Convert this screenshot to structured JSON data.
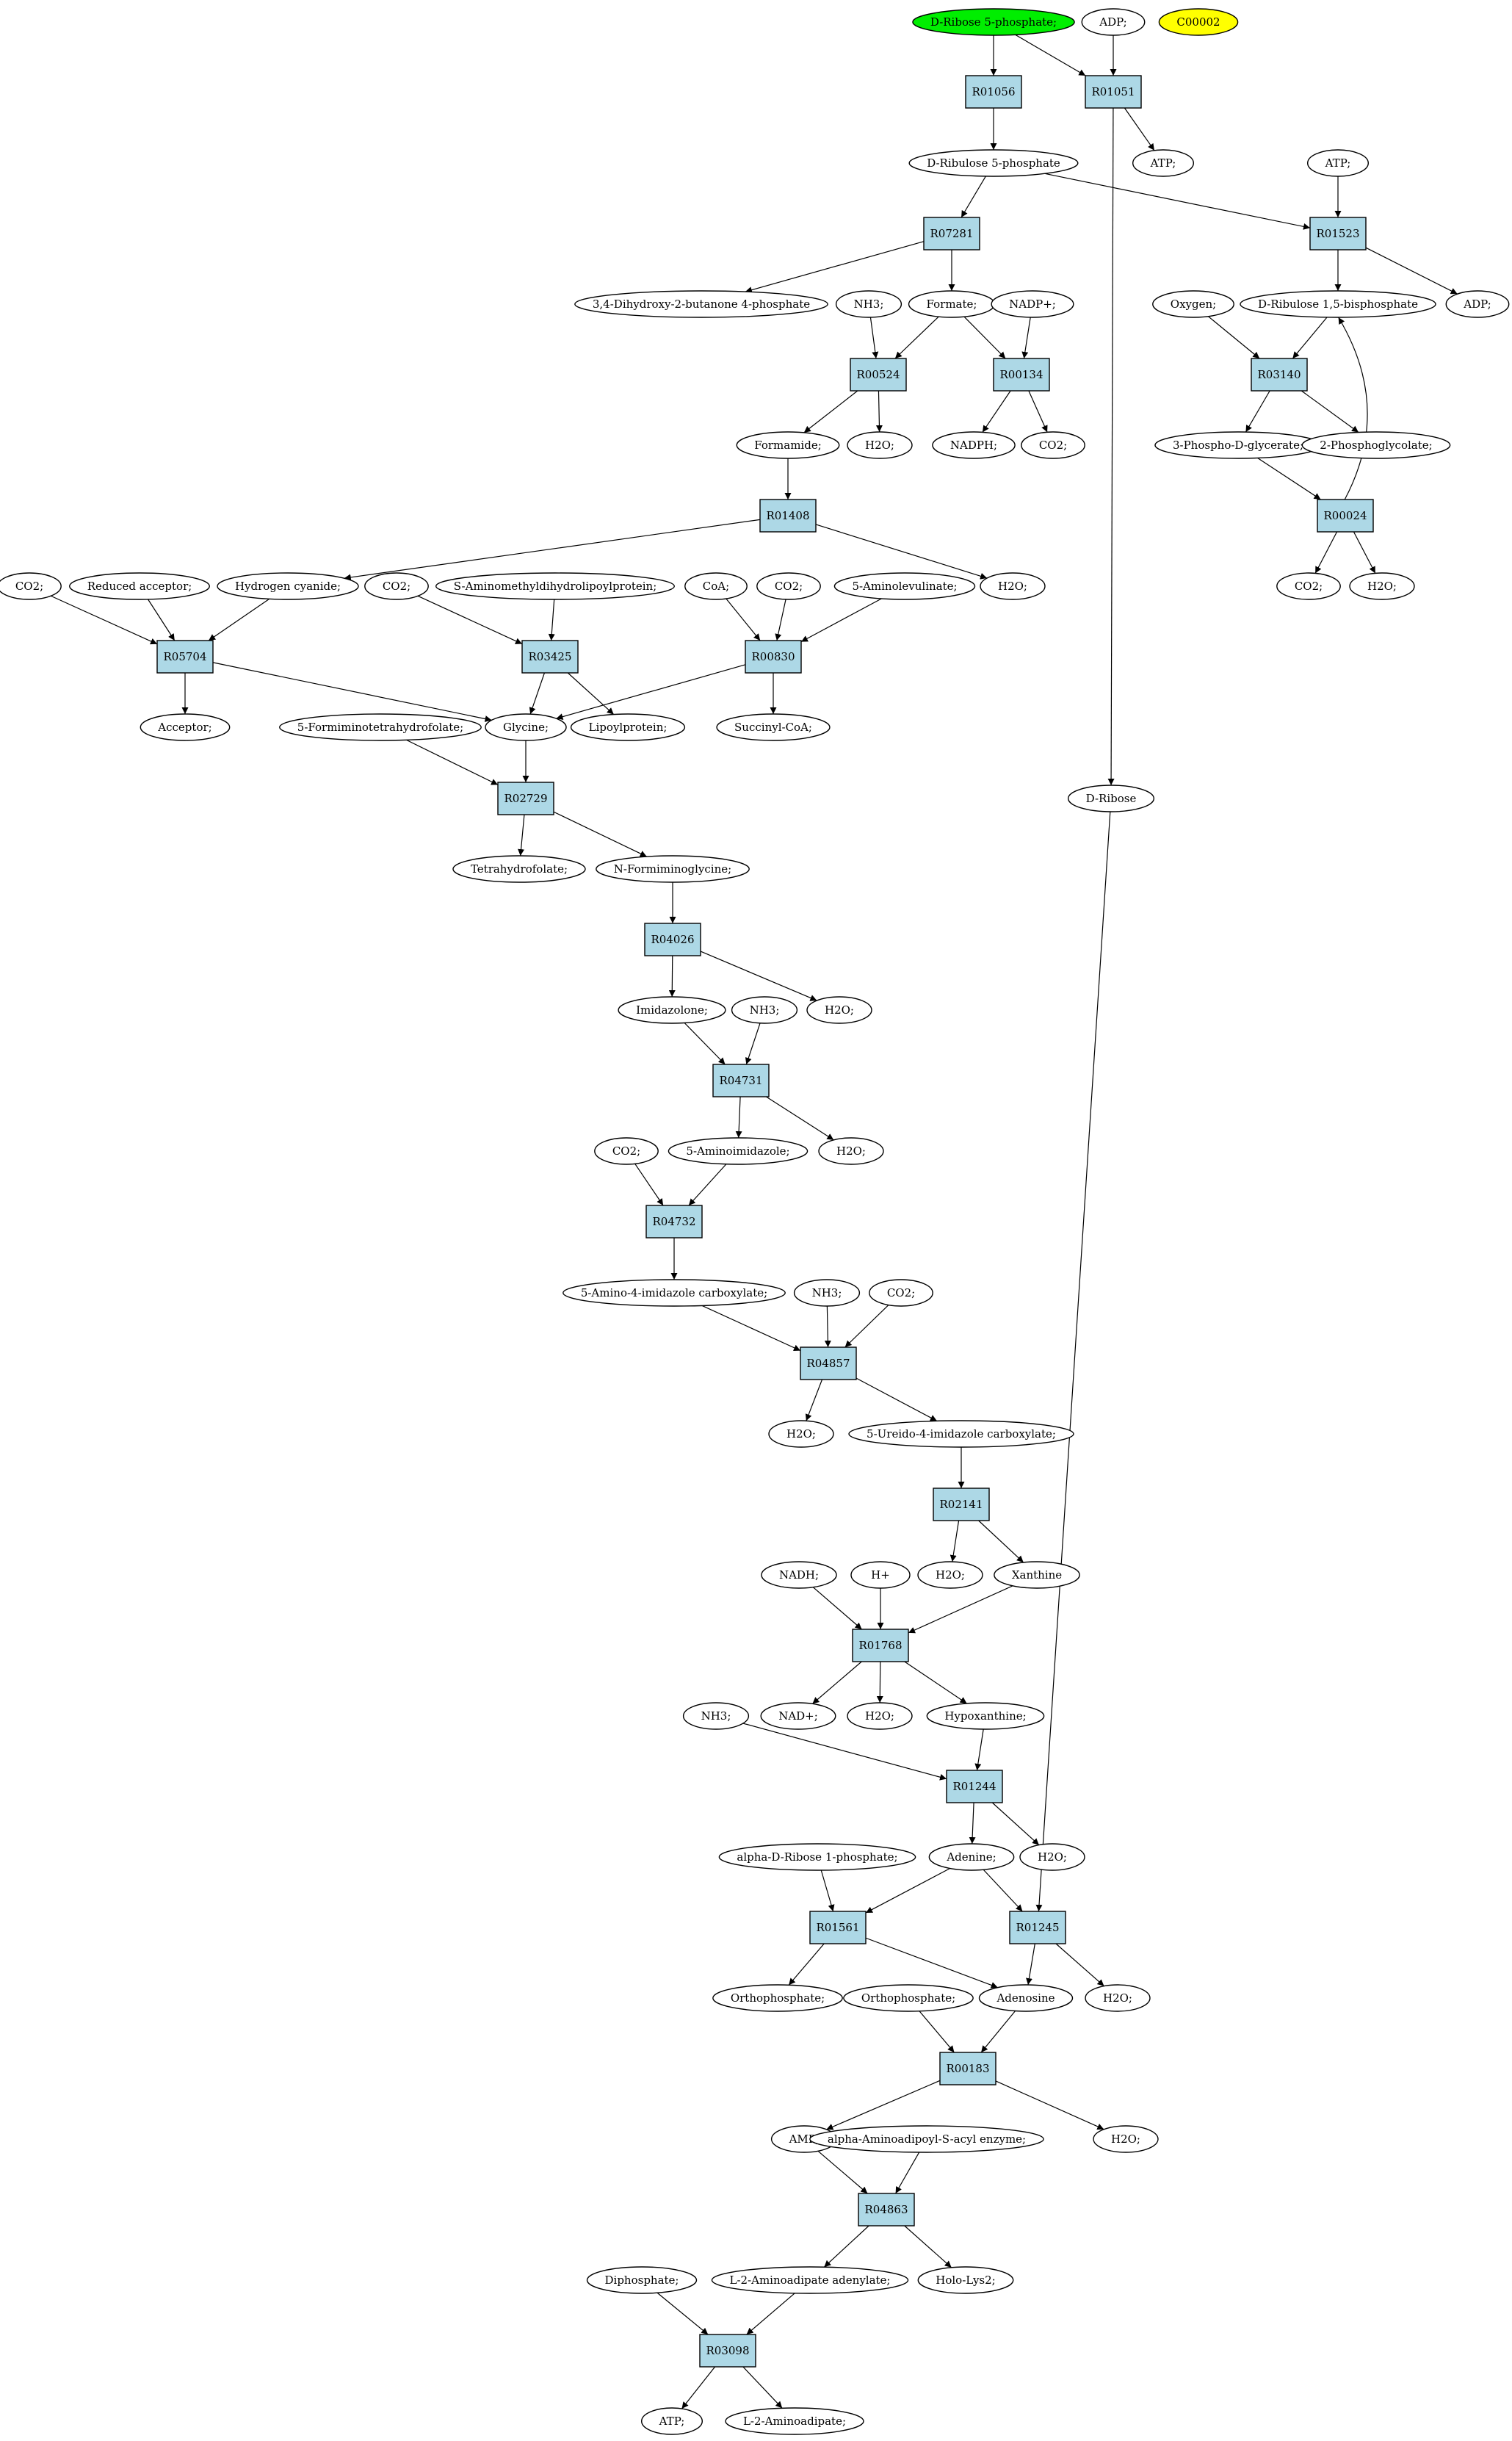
{
  "colors": {
    "reaction_fill": "#add8e6",
    "compound_fill": "#ffffff",
    "start_fill": "#00ee00",
    "highlight_fill": "#ffff00",
    "stroke": "#000000"
  },
  "nodes": [
    {
      "id": "c_dr5p",
      "kind": "compound",
      "label": "D-Ribose 5-phosphate;",
      "fill": "#00ee00"
    },
    {
      "id": "c_adp_top",
      "kind": "compound",
      "label": "ADP;"
    },
    {
      "id": "c_c00002",
      "kind": "compound",
      "label": "C00002",
      "fill": "#ffff00"
    },
    {
      "id": "r01056",
      "kind": "reaction",
      "label": "R01056"
    },
    {
      "id": "r01051",
      "kind": "reaction",
      "label": "R01051"
    },
    {
      "id": "c_dru5p",
      "kind": "compound",
      "label": "D-Ribulose 5-phosphate"
    },
    {
      "id": "c_atp_r01051",
      "kind": "compound",
      "label": "ATP;"
    },
    {
      "id": "c_atp_top2",
      "kind": "compound",
      "label": "ATP;"
    },
    {
      "id": "r07281",
      "kind": "reaction",
      "label": "R07281"
    },
    {
      "id": "r01523",
      "kind": "reaction",
      "label": "R01523"
    },
    {
      "id": "c_dhbp",
      "kind": "compound",
      "label": "3,4-Dihydroxy-2-butanone 4-phosphate"
    },
    {
      "id": "c_nh3_1",
      "kind": "compound",
      "label": "NH3;"
    },
    {
      "id": "c_formate",
      "kind": "compound",
      "label": "Formate;"
    },
    {
      "id": "c_nadpp",
      "kind": "compound",
      "label": "NADP+;"
    },
    {
      "id": "c_oxygen",
      "kind": "compound",
      "label": "Oxygen;"
    },
    {
      "id": "c_drubp",
      "kind": "compound",
      "label": "D-Ribulose 1,5-bisphosphate"
    },
    {
      "id": "c_adp_r01523",
      "kind": "compound",
      "label": "ADP;"
    },
    {
      "id": "r00524",
      "kind": "reaction",
      "label": "R00524"
    },
    {
      "id": "r00134",
      "kind": "reaction",
      "label": "R00134"
    },
    {
      "id": "r03140",
      "kind": "reaction",
      "label": "R03140"
    },
    {
      "id": "c_formamide",
      "kind": "compound",
      "label": "Formamide;"
    },
    {
      "id": "c_h2o_r00524",
      "kind": "compound",
      "label": "H2O;"
    },
    {
      "id": "c_nadph",
      "kind": "compound",
      "label": "NADPH;"
    },
    {
      "id": "c_co2_r00134",
      "kind": "compound",
      "label": "CO2;"
    },
    {
      "id": "c_3pg",
      "kind": "compound",
      "label": "3-Phospho-D-glycerate;"
    },
    {
      "id": "c_2pgly",
      "kind": "compound",
      "label": "2-Phosphoglycolate;"
    },
    {
      "id": "r01408",
      "kind": "reaction",
      "label": "R01408"
    },
    {
      "id": "r00024",
      "kind": "reaction",
      "label": "R00024"
    },
    {
      "id": "c_co2_a",
      "kind": "compound",
      "label": "CO2;"
    },
    {
      "id": "c_redacc",
      "kind": "compound",
      "label": "Reduced acceptor;"
    },
    {
      "id": "c_hcn",
      "kind": "compound",
      "label": "Hydrogen cyanide;"
    },
    {
      "id": "c_co2_b",
      "kind": "compound",
      "label": "CO2;"
    },
    {
      "id": "c_samdl",
      "kind": "compound",
      "label": "S-Aminomethyldihydrolipoylprotein;"
    },
    {
      "id": "c_coa",
      "kind": "compound",
      "label": "CoA;"
    },
    {
      "id": "c_co2_c",
      "kind": "compound",
      "label": "CO2;"
    },
    {
      "id": "c_5al",
      "kind": "compound",
      "label": "5-Aminolevulinate;"
    },
    {
      "id": "c_h2o_r01408",
      "kind": "compound",
      "label": "H2O;"
    },
    {
      "id": "c_co2_r00024",
      "kind": "compound",
      "label": "CO2;"
    },
    {
      "id": "c_h2o_r00024",
      "kind": "compound",
      "label": "H2O;"
    },
    {
      "id": "r05704",
      "kind": "reaction",
      "label": "R05704"
    },
    {
      "id": "r03425",
      "kind": "reaction",
      "label": "R03425"
    },
    {
      "id": "r00830",
      "kind": "reaction",
      "label": "R00830"
    },
    {
      "id": "c_acceptor",
      "kind": "compound",
      "label": "Acceptor;"
    },
    {
      "id": "c_5fthf",
      "kind": "compound",
      "label": "5-Formiminotetrahydrofolate;"
    },
    {
      "id": "c_glycine",
      "kind": "compound",
      "label": "Glycine;"
    },
    {
      "id": "c_lipoyl",
      "kind": "compound",
      "label": "Lipoylprotein;"
    },
    {
      "id": "c_succoa",
      "kind": "compound",
      "label": "Succinyl-CoA;"
    },
    {
      "id": "c_dribose",
      "kind": "compound",
      "label": "D-Ribose"
    },
    {
      "id": "r02729",
      "kind": "reaction",
      "label": "R02729"
    },
    {
      "id": "c_thf",
      "kind": "compound",
      "label": "Tetrahydrofolate;"
    },
    {
      "id": "c_nfg",
      "kind": "compound",
      "label": "N-Formiminoglycine;"
    },
    {
      "id": "r04026",
      "kind": "reaction",
      "label": "R04026"
    },
    {
      "id": "c_imidazolone",
      "kind": "compound",
      "label": "Imidazolone;"
    },
    {
      "id": "c_nh3_2",
      "kind": "compound",
      "label": "NH3;"
    },
    {
      "id": "c_h2o_r04026",
      "kind": "compound",
      "label": "H2O;"
    },
    {
      "id": "r04731",
      "kind": "reaction",
      "label": "R04731"
    },
    {
      "id": "c_co2_d",
      "kind": "compound",
      "label": "CO2;"
    },
    {
      "id": "c_5ai",
      "kind": "compound",
      "label": "5-Aminoimidazole;"
    },
    {
      "id": "c_h2o_r04731",
      "kind": "compound",
      "label": "H2O;"
    },
    {
      "id": "r04732",
      "kind": "reaction",
      "label": "R04732"
    },
    {
      "id": "c_5a4ic",
      "kind": "compound",
      "label": "5-Amino-4-imidazole carboxylate;"
    },
    {
      "id": "c_nh3_3",
      "kind": "compound",
      "label": "NH3;"
    },
    {
      "id": "c_co2_e",
      "kind": "compound",
      "label": "CO2;"
    },
    {
      "id": "r04857",
      "kind": "reaction",
      "label": "R04857"
    },
    {
      "id": "c_h2o_r04857",
      "kind": "compound",
      "label": "H2O;"
    },
    {
      "id": "c_5u4ic",
      "kind": "compound",
      "label": "5-Ureido-4-imidazole carboxylate;"
    },
    {
      "id": "r02141",
      "kind": "reaction",
      "label": "R02141"
    },
    {
      "id": "c_nadh",
      "kind": "compound",
      "label": "NADH;"
    },
    {
      "id": "c_hplus",
      "kind": "compound",
      "label": "H+"
    },
    {
      "id": "c_h2o_r02141",
      "kind": "compound",
      "label": "H2O;"
    },
    {
      "id": "c_xanthine",
      "kind": "compound",
      "label": "Xanthine"
    },
    {
      "id": "r01768",
      "kind": "reaction",
      "label": "R01768"
    },
    {
      "id": "c_nh3_4",
      "kind": "compound",
      "label": "NH3;"
    },
    {
      "id": "c_nadp",
      "kind": "compound",
      "label": "NAD+;"
    },
    {
      "id": "c_h2o_r01768",
      "kind": "compound",
      "label": "H2O;"
    },
    {
      "id": "c_hypox",
      "kind": "compound",
      "label": "Hypoxanthine;"
    },
    {
      "id": "r01244",
      "kind": "reaction",
      "label": "R01244"
    },
    {
      "id": "c_adr1p",
      "kind": "compound",
      "label": "alpha-D-Ribose 1-phosphate;"
    },
    {
      "id": "c_adenine",
      "kind": "compound",
      "label": "Adenine;"
    },
    {
      "id": "c_h2o_r01244",
      "kind": "compound",
      "label": "H2O;"
    },
    {
      "id": "r01561",
      "kind": "reaction",
      "label": "R01561"
    },
    {
      "id": "r01245",
      "kind": "reaction",
      "label": "R01245"
    },
    {
      "id": "c_ortho1",
      "kind": "compound",
      "label": "Orthophosphate;"
    },
    {
      "id": "c_ortho2",
      "kind": "compound",
      "label": "Orthophosphate;"
    },
    {
      "id": "c_adenosine",
      "kind": "compound",
      "label": "Adenosine"
    },
    {
      "id": "c_h2o_r01245",
      "kind": "compound",
      "label": "H2O;"
    },
    {
      "id": "r00183",
      "kind": "reaction",
      "label": "R00183"
    },
    {
      "id": "c_amp",
      "kind": "compound",
      "label": "AMP;"
    },
    {
      "id": "c_aaps",
      "kind": "compound",
      "label": "alpha-Aminoadipoyl-S-acyl enzyme;"
    },
    {
      "id": "c_h2o_r00183",
      "kind": "compound",
      "label": "H2O;"
    },
    {
      "id": "r04863",
      "kind": "reaction",
      "label": "R04863"
    },
    {
      "id": "c_diphos",
      "kind": "compound",
      "label": "Diphosphate;"
    },
    {
      "id": "c_l2aaden",
      "kind": "compound",
      "label": "L-2-Aminoadipate adenylate;"
    },
    {
      "id": "c_holo",
      "kind": "compound",
      "label": "Holo-Lys2;"
    },
    {
      "id": "r03098",
      "kind": "reaction",
      "label": "R03098"
    },
    {
      "id": "c_atp_bottom",
      "kind": "compound",
      "label": "ATP;"
    },
    {
      "id": "c_l2aa",
      "kind": "compound",
      "label": "L-2-Aminoadipate;"
    }
  ],
  "edges": [
    [
      "c_dr5p",
      "r01056"
    ],
    [
      "c_dr5p",
      "r01051"
    ],
    [
      "c_adp_top",
      "r01051"
    ],
    [
      "r01056",
      "c_dru5p"
    ],
    [
      "r01051",
      "c_atp_r01051"
    ],
    [
      "r01051",
      "c_dribose"
    ],
    [
      "c_dru5p",
      "r07281"
    ],
    [
      "c_dru5p",
      "r01523"
    ],
    [
      "c_atp_top2",
      "r01523"
    ],
    [
      "r07281",
      "c_dhbp"
    ],
    [
      "r07281",
      "c_formate"
    ],
    [
      "r01523",
      "c_drubp"
    ],
    [
      "r01523",
      "c_adp_r01523"
    ],
    [
      "c_nh3_1",
      "r00524"
    ],
    [
      "c_formate",
      "r00524"
    ],
    [
      "c_formate",
      "r00134"
    ],
    [
      "c_nadpp",
      "r00134"
    ],
    [
      "c_oxygen",
      "r03140"
    ],
    [
      "c_drubp",
      "r03140"
    ],
    [
      "r00524",
      "c_formamide"
    ],
    [
      "r00524",
      "c_h2o_r00524"
    ],
    [
      "r00134",
      "c_nadph"
    ],
    [
      "r00134",
      "c_co2_r00134"
    ],
    [
      "r03140",
      "c_3pg"
    ],
    [
      "r03140",
      "c_2pgly"
    ],
    [
      "c_formamide",
      "r01408"
    ],
    [
      "c_3pg",
      "r00024"
    ],
    [
      "r00024",
      "c_drubp"
    ],
    [
      "r01408",
      "c_hcn"
    ],
    [
      "r01408",
      "c_h2o_r01408"
    ],
    [
      "r00024",
      "c_co2_r00024"
    ],
    [
      "r00024",
      "c_h2o_r00024"
    ],
    [
      "c_co2_a",
      "r05704"
    ],
    [
      "c_redacc",
      "r05704"
    ],
    [
      "c_hcn",
      "r05704"
    ],
    [
      "c_co2_b",
      "r03425"
    ],
    [
      "c_samdl",
      "r03425"
    ],
    [
      "c_coa",
      "r00830"
    ],
    [
      "c_co2_c",
      "r00830"
    ],
    [
      "c_5al",
      "r00830"
    ],
    [
      "r05704",
      "c_acceptor"
    ],
    [
      "r05704",
      "c_glycine"
    ],
    [
      "r03425",
      "c_glycine"
    ],
    [
      "r03425",
      "c_lipoyl"
    ],
    [
      "r00830",
      "c_glycine"
    ],
    [
      "r00830",
      "c_succoa"
    ],
    [
      "c_5fthf",
      "r02729"
    ],
    [
      "c_glycine",
      "r02729"
    ],
    [
      "r02729",
      "c_thf"
    ],
    [
      "r02729",
      "c_nfg"
    ],
    [
      "c_nfg",
      "r04026"
    ],
    [
      "r04026",
      "c_imidazolone"
    ],
    [
      "r04026",
      "c_h2o_r04026"
    ],
    [
      "c_imidazolone",
      "r04731"
    ],
    [
      "c_nh3_2",
      "r04731"
    ],
    [
      "r04731",
      "c_5ai"
    ],
    [
      "r04731",
      "c_h2o_r04731"
    ],
    [
      "c_co2_d",
      "r04732"
    ],
    [
      "c_5ai",
      "r04732"
    ],
    [
      "r04732",
      "c_5a4ic"
    ],
    [
      "c_5a4ic",
      "r04857"
    ],
    [
      "c_nh3_3",
      "r04857"
    ],
    [
      "c_co2_e",
      "r04857"
    ],
    [
      "r04857",
      "c_h2o_r04857"
    ],
    [
      "r04857",
      "c_5u4ic"
    ],
    [
      "c_5u4ic",
      "r02141"
    ],
    [
      "r02141",
      "c_h2o_r02141"
    ],
    [
      "r02141",
      "c_xanthine"
    ],
    [
      "c_nadh",
      "r01768"
    ],
    [
      "c_hplus",
      "r01768"
    ],
    [
      "c_xanthine",
      "r01768"
    ],
    [
      "r01768",
      "c_nadp"
    ],
    [
      "r01768",
      "c_h2o_r01768"
    ],
    [
      "r01768",
      "c_hypox"
    ],
    [
      "c_nh3_4",
      "r01244"
    ],
    [
      "c_hypox",
      "r01244"
    ],
    [
      "r01244",
      "c_adenine"
    ],
    [
      "r01244",
      "c_h2o_r01244"
    ],
    [
      "c_adr1p",
      "r01561"
    ],
    [
      "c_adenine",
      "r01561"
    ],
    [
      "c_adenine",
      "r01245"
    ],
    [
      "c_dribose",
      "r01245"
    ],
    [
      "r01561",
      "c_ortho1"
    ],
    [
      "r01561",
      "c_adenosine"
    ],
    [
      "r01245",
      "c_adenosine"
    ],
    [
      "r01245",
      "c_h2o_r01245"
    ],
    [
      "c_ortho2",
      "r00183"
    ],
    [
      "c_adenosine",
      "r00183"
    ],
    [
      "r00183",
      "c_amp"
    ],
    [
      "r00183",
      "c_h2o_r00183"
    ],
    [
      "c_amp",
      "r04863"
    ],
    [
      "c_aaps",
      "r04863"
    ],
    [
      "r04863",
      "c_l2aaden"
    ],
    [
      "r04863",
      "c_holo"
    ],
    [
      "c_diphos",
      "r03098"
    ],
    [
      "c_l2aaden",
      "r03098"
    ],
    [
      "r03098",
      "c_atp_bottom"
    ],
    [
      "r03098",
      "c_l2aa"
    ]
  ]
}
